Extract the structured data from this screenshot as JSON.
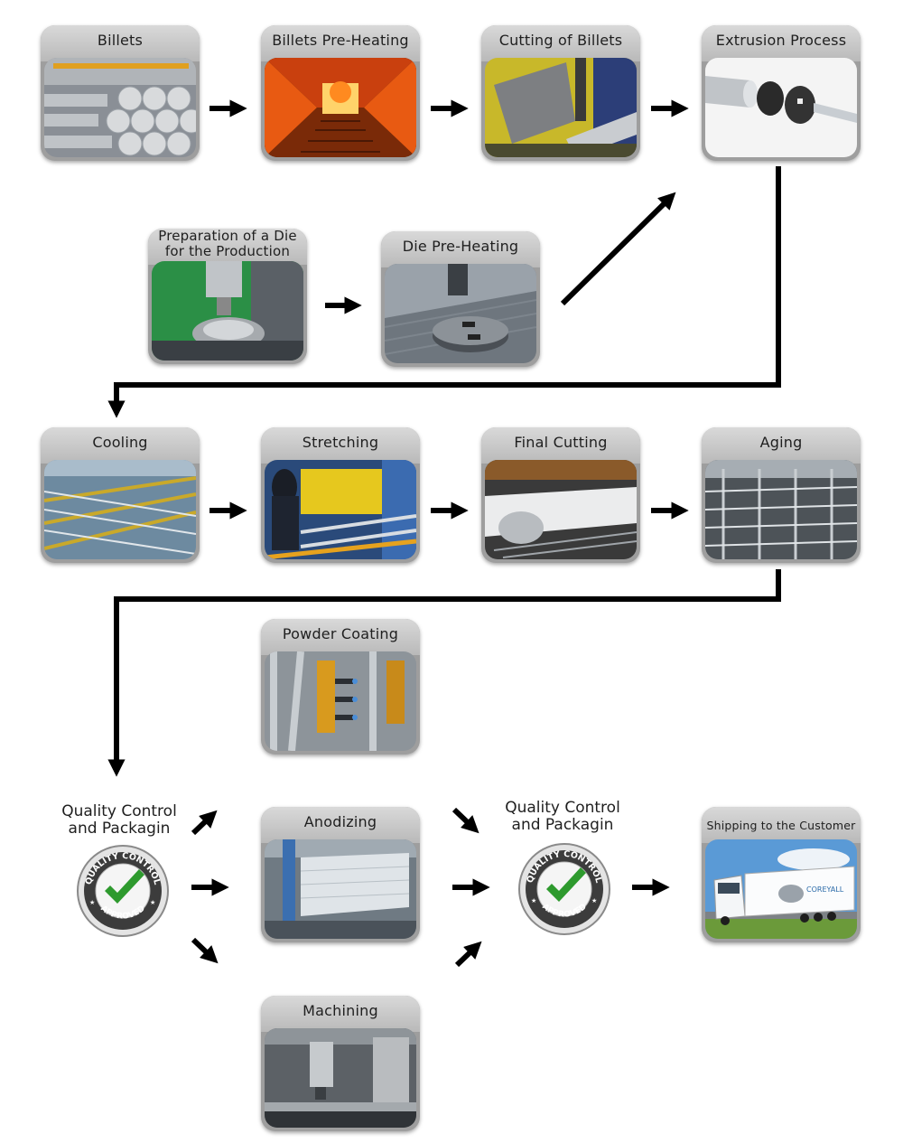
{
  "steps": {
    "billets": "Billets",
    "billets_preheating": "Billets Pre-Heating",
    "cutting_billets": "Cutting of Billets",
    "extrusion": "Extrusion Process",
    "die_preparation": "Preparation of a Die for the Production",
    "die_preheating": "Die Pre-Heating",
    "cooling": "Cooling",
    "stretching": "Stretching",
    "final_cutting": "Final Cutting",
    "aging": "Aging",
    "powder_coating": "Powder Coating",
    "anodizing": "Anodizing",
    "machining": "Machining",
    "shipping": "Shipping to the Customer"
  },
  "quality_control": {
    "label": "Quality Control and Packagin",
    "badge_top": "QUALITY CONTROL",
    "badge_bottom": "APPROVED"
  },
  "truck_logo": "COREYALL",
  "colors": {
    "arrow": "#000000",
    "card_header": "#c8c8c8",
    "check_green": "#2e9a2e",
    "badge_ring": "#444444"
  }
}
